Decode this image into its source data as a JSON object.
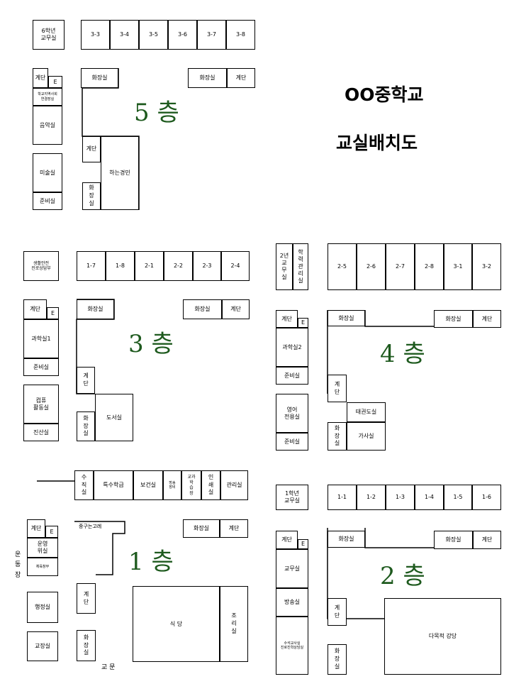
{
  "title": {
    "school": "OO중학교",
    "subtitle": "교실배치도"
  },
  "floors": {
    "f5": {
      "label": "5 층",
      "rooms": {
        "office": "6학년\n교무실",
        "c1": "3-3",
        "c2": "3-4",
        "c3": "3-5",
        "c4": "3-6",
        "c5": "3-7",
        "c6": "3-8",
        "wc_top_left": "화장실",
        "wc_top_right": "화장실",
        "stairs_top": "계단",
        "stairs_left": "계단",
        "elevator": "E",
        "small_room": "학교지역사회\n연결장실",
        "music": "음악실",
        "art": "미술실",
        "prep": "준비실",
        "stairs_mid": "계단",
        "wc_bottom": "화\n장\n실",
        "hall": "하는경민"
      }
    },
    "f3": {
      "label": "3 층",
      "rooms": {
        "office": "생활안전\n진로상담부",
        "c1": "1-7",
        "c2": "1-8",
        "c3": "2-1",
        "c4": "2-2",
        "c5": "2-3",
        "c6": "2-4",
        "wc_a": "화장실",
        "wc_b": "화장실",
        "stairs_r": "계단",
        "stairs_l": "계단",
        "elevator": "E",
        "science1": "과학실1",
        "prep": "준비실",
        "club": "컴퓨\n활동실",
        "counsel": "진산실",
        "stairs_mid": "계\n단",
        "wc_bottom": "화\n장\n실",
        "library": "도서실"
      }
    },
    "f4": {
      "label": "4 층",
      "rooms": {
        "office": "2년\n교\n무\n실",
        "study": "학\n력\n관\n리\n실",
        "c1": "2-5",
        "c2": "2-6",
        "c3": "2-7",
        "c4": "2-8",
        "c5": "3-1",
        "c6": "3-2",
        "wc_a": "화장실",
        "wc_b": "화장실",
        "stairs_r": "계단",
        "stairs_l": "계단",
        "elevator": "E",
        "science2": "과학실2",
        "prep1": "준비실",
        "english": "영어\n전용실",
        "prep2": "준비실",
        "stairs_mid": "계\n단",
        "taekwondo": "태권도실",
        "wc_bottom": "화\n장\n실",
        "home": "가사실"
      }
    },
    "f1": {
      "label": "1 층",
      "rooms": {
        "teachers": "수\n직\n실",
        "special": "특수학급",
        "health": "보건실",
        "broadcast": "방송\n장비",
        "admin": "교과\n학\n습\n장",
        "print": "인\n쇄\n실",
        "manage": "관리실",
        "lounge": "중구는고례",
        "wc_a": "화장실",
        "stairs_r": "계단",
        "stairs_l": "계단",
        "elevator": "E",
        "ops": "운영\n위실",
        "gym_room": "체육창부",
        "admin_office": "행정실",
        "principal": "교장실",
        "stairs_mid": "계\n단",
        "wc_bottom": "화\n장\n실",
        "cafeteria": "식 당",
        "kitchen": "조\n리\n실"
      },
      "outside": {
        "playground": "운\n동\n장",
        "gate": "교 문"
      }
    },
    "f2": {
      "label": "2 층",
      "rooms": {
        "office": "1학년\n교무실",
        "c1": "1-1",
        "c2": "1-2",
        "c3": "1-3",
        "c4": "1-4",
        "c5": "1-5",
        "c6": "1-6",
        "wc_a": "화장실",
        "wc_b": "화장실",
        "stairs_r": "계단",
        "stairs_l": "계단",
        "elevator": "E",
        "teachers": "교무실",
        "broadcast": "방송실",
        "multi": "수석교사실\n진로진학상담실",
        "stairs_mid": "계\n단",
        "wc_bottom": "화\n장\n실",
        "auditorium": "다목적 강당"
      }
    }
  }
}
